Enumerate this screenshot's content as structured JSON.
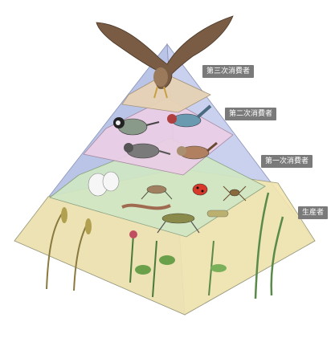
{
  "levels": [
    {
      "key": "tertiary",
      "label": "第三次消費者"
    },
    {
      "key": "secondary",
      "label": "第二次消費者"
    },
    {
      "key": "primary",
      "label": "第一次消費者"
    },
    {
      "key": "producer",
      "label": "生産者"
    }
  ],
  "colors": {
    "tier_tertiary": "#e6d2b4",
    "tier_secondary": "#eccde6",
    "tier_primary": "#cfe6c4",
    "tier_producer": "#f2e6ad",
    "side_left": "#b9c4e6",
    "side_right": "#c9d1ef",
    "label_bg": "#7a7a7a",
    "label_text": "#ffffff"
  },
  "icons": [
    "hawk-icon",
    "great-tit-icon",
    "kingfisher-bird-icon",
    "sparrow-icon",
    "shrike-bird-icon",
    "butterfly-icon",
    "cricket-icon",
    "ladybug-icon",
    "spider-icon",
    "earthworm-icon",
    "grasshopper-icon",
    "caterpillar-icon",
    "grass-icon",
    "mint-plant-icon",
    "flower-plant-icon",
    "reed-icon"
  ]
}
